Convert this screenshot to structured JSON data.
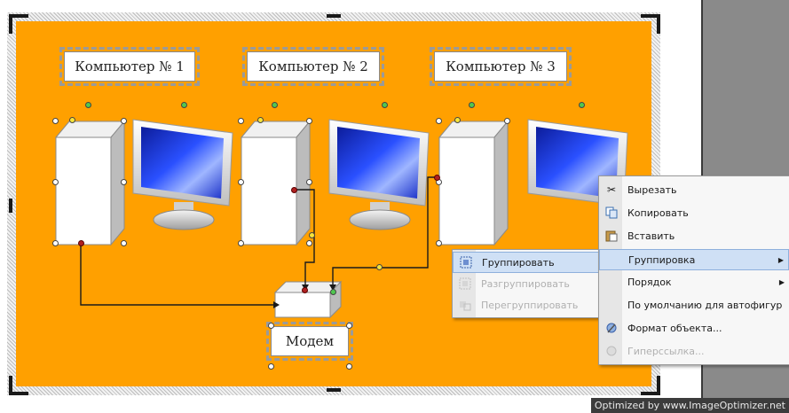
{
  "slide": {
    "labels": {
      "computer_1": "Компьютер № 1",
      "computer_2": "Компьютер № 2",
      "computer_3": "Компьютер № 3",
      "modem": "Модем"
    },
    "colors": {
      "background": "#ffa000",
      "monitor_screen": "#1a30c8",
      "connector": "#000000"
    }
  },
  "context_menu": {
    "items": [
      {
        "label": "Вырезать",
        "icon": "scissors-icon",
        "enabled": true
      },
      {
        "label": "Копировать",
        "icon": "copy-icon",
        "enabled": true
      },
      {
        "label": "Вставить",
        "icon": "paste-icon",
        "enabled": true
      },
      {
        "label": "Группировка",
        "icon": "",
        "enabled": true,
        "submenu": true,
        "highlighted": true
      },
      {
        "label": "Порядок",
        "icon": "",
        "enabled": true,
        "submenu": true
      },
      {
        "label": "По умолчанию для автофигур",
        "icon": "",
        "enabled": true
      },
      {
        "label": "Формат объекта...",
        "icon": "format-icon",
        "enabled": true
      },
      {
        "label": "Гиперссылка...",
        "icon": "hyperlink-icon",
        "enabled": false
      }
    ]
  },
  "submenu": {
    "items": [
      {
        "label": "Группировать",
        "icon": "group-icon",
        "enabled": true,
        "highlighted": true
      },
      {
        "label": "Разгруппировать",
        "icon": "ungroup-icon",
        "enabled": false
      },
      {
        "label": "Перегруппировать",
        "icon": "regroup-icon",
        "enabled": false
      }
    ]
  },
  "watermark": "Optimized by www.ImageOptimizer.net"
}
